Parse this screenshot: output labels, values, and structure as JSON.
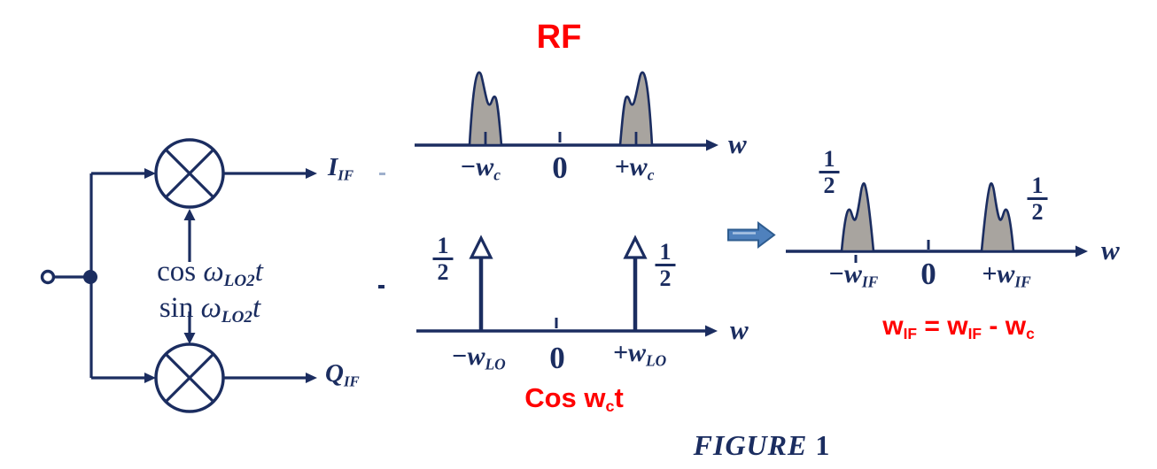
{
  "colors": {
    "navy": "#1b2d60",
    "red": "#ff0000",
    "hump_gray": "#a8a49f",
    "block_arrow_fill": "#4f81bd",
    "block_arrow_edge": "#2e5c8f",
    "block_arrow_highlight": "#aac4e4"
  },
  "circuit": {
    "lo_cos": {
      "fn": "cos ",
      "omega": "ω",
      "sub": "LO2",
      "t": "t"
    },
    "lo_sin": {
      "fn": "sin ",
      "omega": "ω",
      "sub": "LO2",
      "t": "t"
    },
    "out_i": {
      "main": "I",
      "sub": "IF"
    },
    "out_q": {
      "main": "Q",
      "sub": "IF"
    }
  },
  "rf_spectrum": {
    "title": "RF",
    "axis_label": "w",
    "ticks": {
      "neg": {
        "main": "−w",
        "sub": "c"
      },
      "zero": "0",
      "pos": {
        "main": "+w",
        "sub": "c"
      }
    }
  },
  "lo_spectrum": {
    "axis_label": "w",
    "impulse_amplitude": {
      "num": "1",
      "den": "2"
    },
    "ticks": {
      "neg": {
        "main": "−w",
        "sub": "LO"
      },
      "zero": "0",
      "pos": {
        "main": "+w",
        "sub": "LO"
      }
    },
    "caption": {
      "p1": "Cos w",
      "sub": "c",
      "p2": "t"
    }
  },
  "if_spectrum": {
    "axis_label": "w",
    "amplitude": {
      "num": "1",
      "den": "2"
    },
    "ticks": {
      "neg": {
        "main": "−w",
        "sub": "IF"
      },
      "zero": "0",
      "pos": {
        "main": "+w",
        "sub": "IF"
      }
    },
    "formula": {
      "p1": "w",
      "s1": "IF",
      "p2": " = w",
      "s2": "IF",
      "p3": " - w",
      "s3": "c"
    }
  },
  "figure_caption": {
    "word": "FIGURE",
    "number": " 1"
  }
}
